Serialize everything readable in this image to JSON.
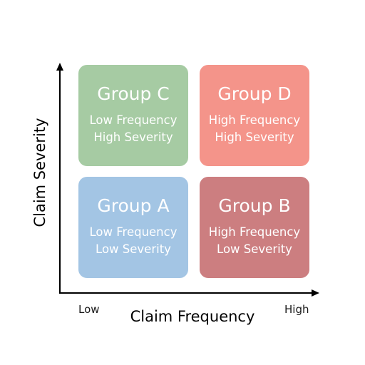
{
  "axes": {
    "y_label": "Claim Severity",
    "x_label": "Claim Frequency",
    "x_low": "Low",
    "x_high": "High"
  },
  "quadrants": {
    "top_left": {
      "title": "Group C",
      "line1": "Low Frequency",
      "line2": "High Severity",
      "color": "#a6cba3"
    },
    "top_right": {
      "title": "Group D",
      "line1": "High Frequency",
      "line2": "High Severity",
      "color": "#f4948a"
    },
    "bottom_left": {
      "title": "Group A",
      "line1": "Low Frequency",
      "line2": "Low Severity",
      "color": "#a3c5e4"
    },
    "bottom_right": {
      "title": "Group B",
      "line1": "High Frequency",
      "line2": "Low Severity",
      "color": "#cc7e80"
    }
  }
}
